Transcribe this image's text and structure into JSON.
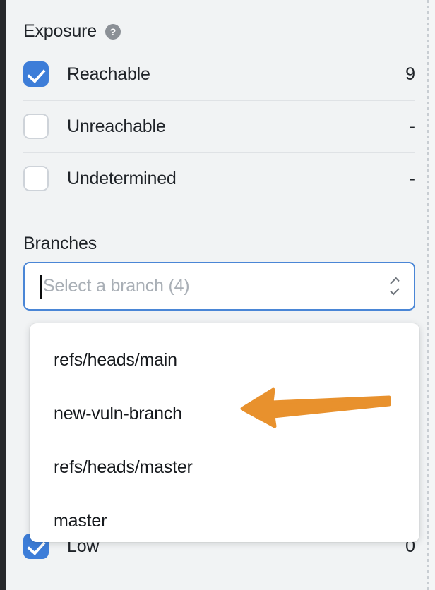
{
  "panel": {
    "exposure": {
      "title": "Exposure",
      "help_icon": "question-mark-circle-icon",
      "help_glyph": "?",
      "rows": [
        {
          "label": "Reachable",
          "count": "9",
          "checked": true
        },
        {
          "label": "Unreachable",
          "count": "-",
          "checked": false
        },
        {
          "label": "Undetermined",
          "count": "-",
          "checked": false
        }
      ]
    },
    "branches": {
      "label": "Branches",
      "select": {
        "placeholder": "Select a branch (4)",
        "value": "",
        "chevron_icon": "up-down-chevron-icon",
        "focused": true
      },
      "dropdown_open": true,
      "options": [
        {
          "label": "refs/heads/main"
        },
        {
          "label": "new-vuln-branch"
        },
        {
          "label": "refs/heads/master"
        },
        {
          "label": "master"
        }
      ]
    },
    "occluded_row": {
      "label": "Low",
      "count": "0",
      "checked": true
    }
  },
  "annotation": {
    "arrow_icon": "left-pointing-arrow-annotation",
    "color": "#e8912d",
    "points_to": "new-vuln-branch"
  },
  "colors": {
    "background": "#f1f3f4",
    "accent_blue": "#3d7dd8",
    "focus_blue": "#4a86d6",
    "text": "#1f2328",
    "placeholder": "#a9afb6",
    "divider": "#dfe2e5",
    "left_rail": "#26282b",
    "annotation_orange": "#e8912d"
  }
}
